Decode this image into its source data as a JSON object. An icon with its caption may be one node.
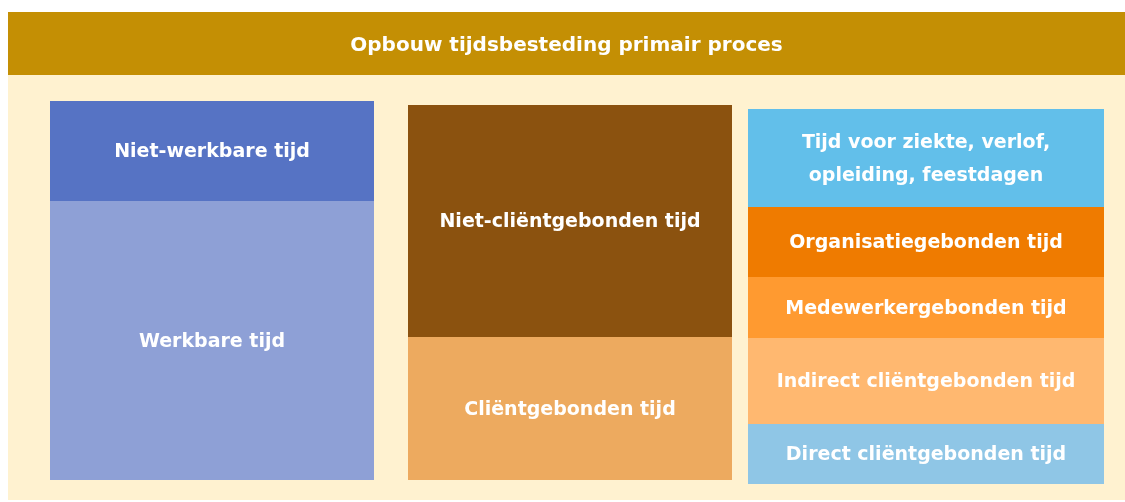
{
  "diagram": {
    "title": "Opbouw tijdsbesteding primair proces",
    "nodes": [
      {
        "text": [
          "Niet-werkbare tijd"
        ]
      },
      {
        "text": [
          "Werkbare tijd"
        ]
      },
      {
        "text": [
          "Niet-cliëntgebonden tijd"
        ]
      },
      {
        "text": [
          "Cliëntgebonden tijd"
        ]
      },
      {
        "text": [
          "Tijd voor ziekte, verlof, opleiding, feestdagen"
        ]
      },
      {
        "text": [
          "Organisatiegebonden tijd"
        ]
      },
      {
        "text": [
          "Medewerkergebonden tijd"
        ]
      },
      {
        "text": [
          "Indirect cliëntgebonden tijd"
        ]
      },
      {
        "text": [
          "Direct cliëntgebonden tijd"
        ]
      }
    ]
  }
}
